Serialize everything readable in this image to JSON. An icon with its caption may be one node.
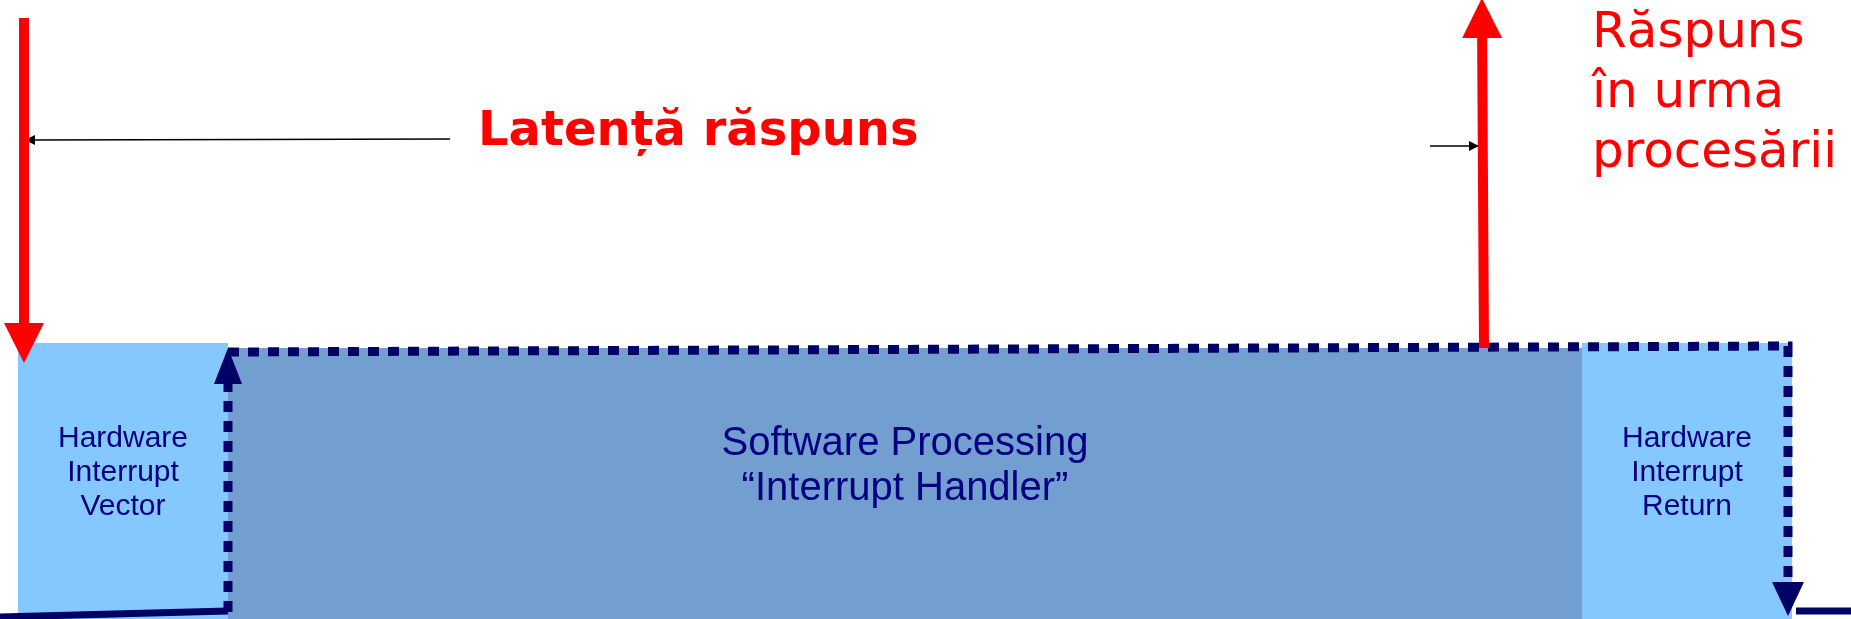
{
  "diagram": {
    "nodes": [
      {
        "text": [
          "Hardware Interrupt Vector"
        ]
      },
      {
        "text": [
          "Software Processing “Interrupt Handler”"
        ]
      },
      {
        "text": [
          "Hardware Interrupt Return"
        ]
      }
    ],
    "edges": [
      {
        "from": null,
        "to": 0,
        "arrow": "to"
      },
      {
        "from": 1,
        "to": null,
        "arrow": "to"
      }
    ],
    "labels": [
      "Latență răspuns",
      "Răspuns în urma procesării"
    ]
  }
}
